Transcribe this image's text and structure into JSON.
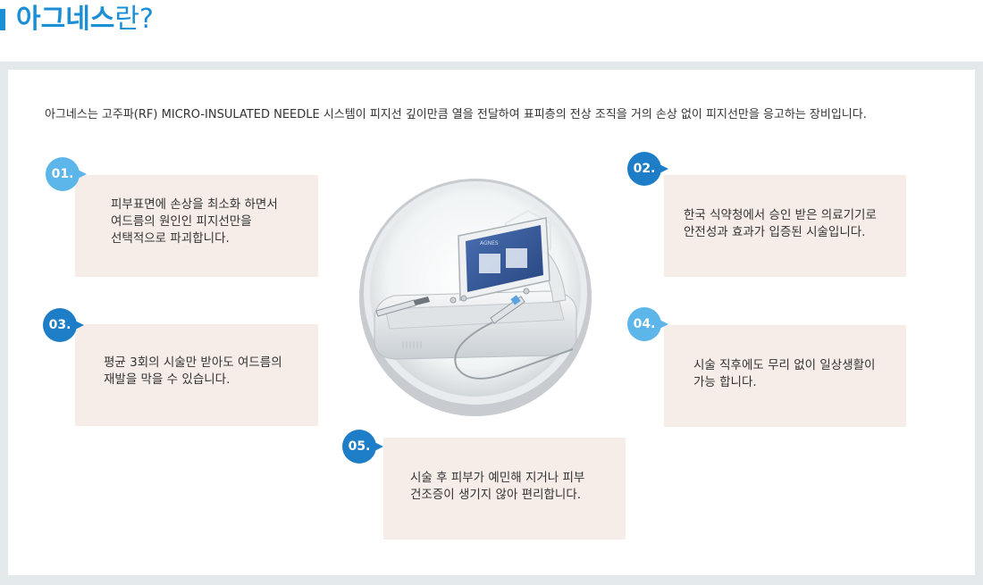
{
  "header": {
    "title_strong": "아그네스",
    "title_light": "란?"
  },
  "intro": "아그네스는 고주파(RF) MICRO-INSULATED NEEDLE 시스템이 피지선 깊이만큼 열을 전달하여 표피층의 전상 조직을 거의 손상 없이 피지선만을 응고하는 장비입니다.",
  "features": [
    {
      "number": "01.",
      "lines": [
        "피부표면에 손상을 최소화 하면서",
        "여드름의 원인인 피지선만을",
        "선택적으로 파괴합니다."
      ]
    },
    {
      "number": "02.",
      "lines": [
        "한국 식약청에서 승인 받은 의료기기로",
        "안전성과 효과가 입증된 시술입니다."
      ]
    },
    {
      "number": "03.",
      "lines": [
        "평균 3회의 시술만 받아도 여드름의",
        "재발을 막을 수 있습니다."
      ]
    },
    {
      "number": "04.",
      "lines": [
        "시술 직후에도 무리 없이 일상생활이",
        "가능 합니다."
      ]
    },
    {
      "number": "05.",
      "lines": [
        "시술 후 피부가 예민해 지거나 피부",
        "건조증이 생기지 않아 편리합니다."
      ]
    }
  ],
  "device": {
    "brand": "AGNES"
  },
  "colors": {
    "accent": "#1b8fd6",
    "badge_light": "#5cb6ea",
    "badge_dark": "#1d7ec7",
    "card_bg": "#f6ede8",
    "frame": "#e3e9ea"
  }
}
